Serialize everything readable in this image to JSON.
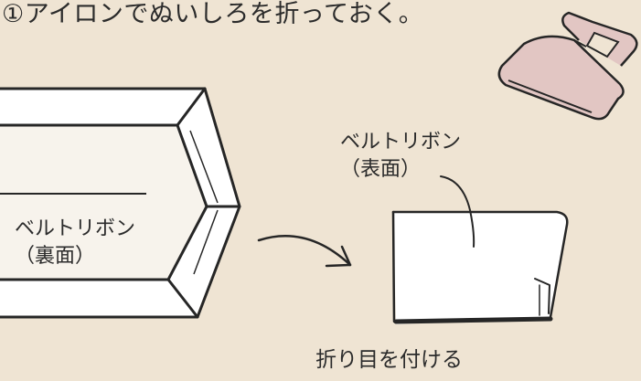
{
  "title": "①アイロンでぬいしろを折っておく。",
  "left_diagram": {
    "label_line1": "ベルトリボン",
    "label_line2": "（裏面）"
  },
  "right_diagram": {
    "label_line1": "ベルトリボン",
    "label_line2": "（表面）"
  },
  "caption": "折り目を付ける",
  "colors": {
    "background": "#efe4d3",
    "ribbon": "#ffffff",
    "outline": "#262626",
    "iron": "#e2c6c3"
  },
  "icons": [
    "iron-icon",
    "arrow-icon"
  ]
}
